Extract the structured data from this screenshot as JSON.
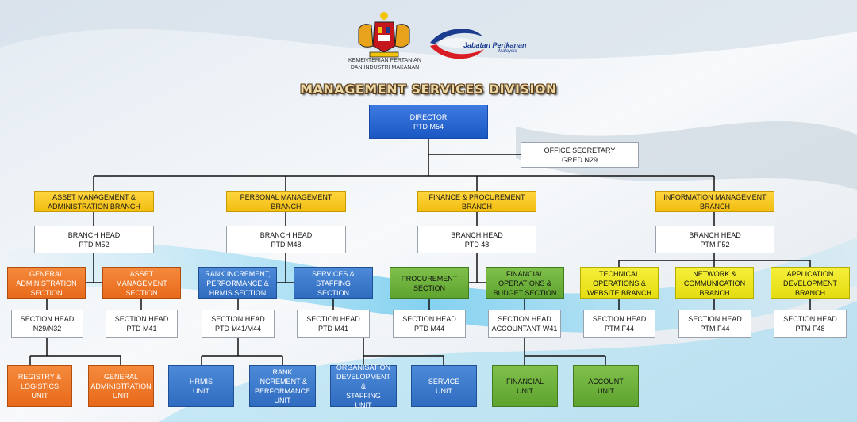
{
  "header": {
    "ministry": "KEMENTERIAN PERTANIAN\nDAN INDUSTRI MAKANAN",
    "department": "Jabatan Perikanan",
    "department_sub": "Malaysia",
    "title": "MANAGEMENT SERVICES DIVISION"
  },
  "nodes": {
    "director": "DIRECTOR\nPTD M54",
    "secretary": "OFFICE SECRETARY\nGRED N29",
    "br1": "ASSET MANAGEMENT &\nADMINISTRATION BRANCH",
    "br2": "PERSONAL MANAGEMENT\nBRANCH",
    "br3": "FINANCE & PROCUREMENT\nBRANCH",
    "br4": "INFORMATION MANAGEMENT\nBRANCH",
    "bh1": "BRANCH HEAD\nPTD M52",
    "bh2": "BRANCH HEAD\nPTD M48",
    "bh3": "BRANCH HEAD\nPTD 48",
    "bh4": "BRANCH HEAD\nPTM F52",
    "s1": "GENERAL\nADMINISTRATION\nSECTION",
    "s2": "ASSET\nMANAGEMENT\nSECTION",
    "s3": "RANK INCREMENT,\nPERFORMANCE &\nHRMIS SECTION",
    "s4": "SERVICES & STAFFING\nSECTION",
    "s5": "PROCUREMENT\nSECTION",
    "s6": "FINANCIAL\nOPERATIONS &\nBUDGET SECTION",
    "s7": "TECHNICAL\nOPERATIONS &\nWEBSITE BRANCH",
    "s8": "NETWORK &\nCOMMUNICATION\nBRANCH",
    "s9": "APPLICATION\nDEVELOPMENT\nBRANCH",
    "sh1": "SECTION HEAD\nN29/N32",
    "sh2": "SECTION HEAD\nPTD M41",
    "sh3": "SECTION HEAD\nPTD M41/M44",
    "sh4": "SECTION HEAD\nPTD M41",
    "sh5": "SECTION HEAD\nPTD M44",
    "sh6": "SECTION HEAD\nACCOUNTANT W41",
    "sh7": "SECTION HEAD\nPTM F44",
    "sh8": "SECTION HEAD\nPTM F44",
    "sh9": "SECTION HEAD\nPTM F48",
    "u1": "REGISTRY &\nLOGISTICS\nUNIT",
    "u2": "GENERAL\nADMINISTRATION\nUNIT",
    "u3": "HRMIS\nUNIT",
    "u4": "RANK\nINCREMENT &\nPERFORMANCE\nUNIT",
    "u5": "ORGANISATION\nDEVELOPMENT &\nSTAFFING\nUNIT",
    "u6": "SERVICE\nUNIT",
    "u7": "FINANCIAL\nUNIT",
    "u8": "ACCOUNT\nUNIT"
  },
  "colors": {
    "director": "#2563d0",
    "branch": "#f7c823",
    "admin_sections": "#ee7627",
    "personnel_sections": "#3b78c9",
    "finance_sections": "#6bb33a",
    "info_sections": "#ece521",
    "connector": "#111111"
  }
}
